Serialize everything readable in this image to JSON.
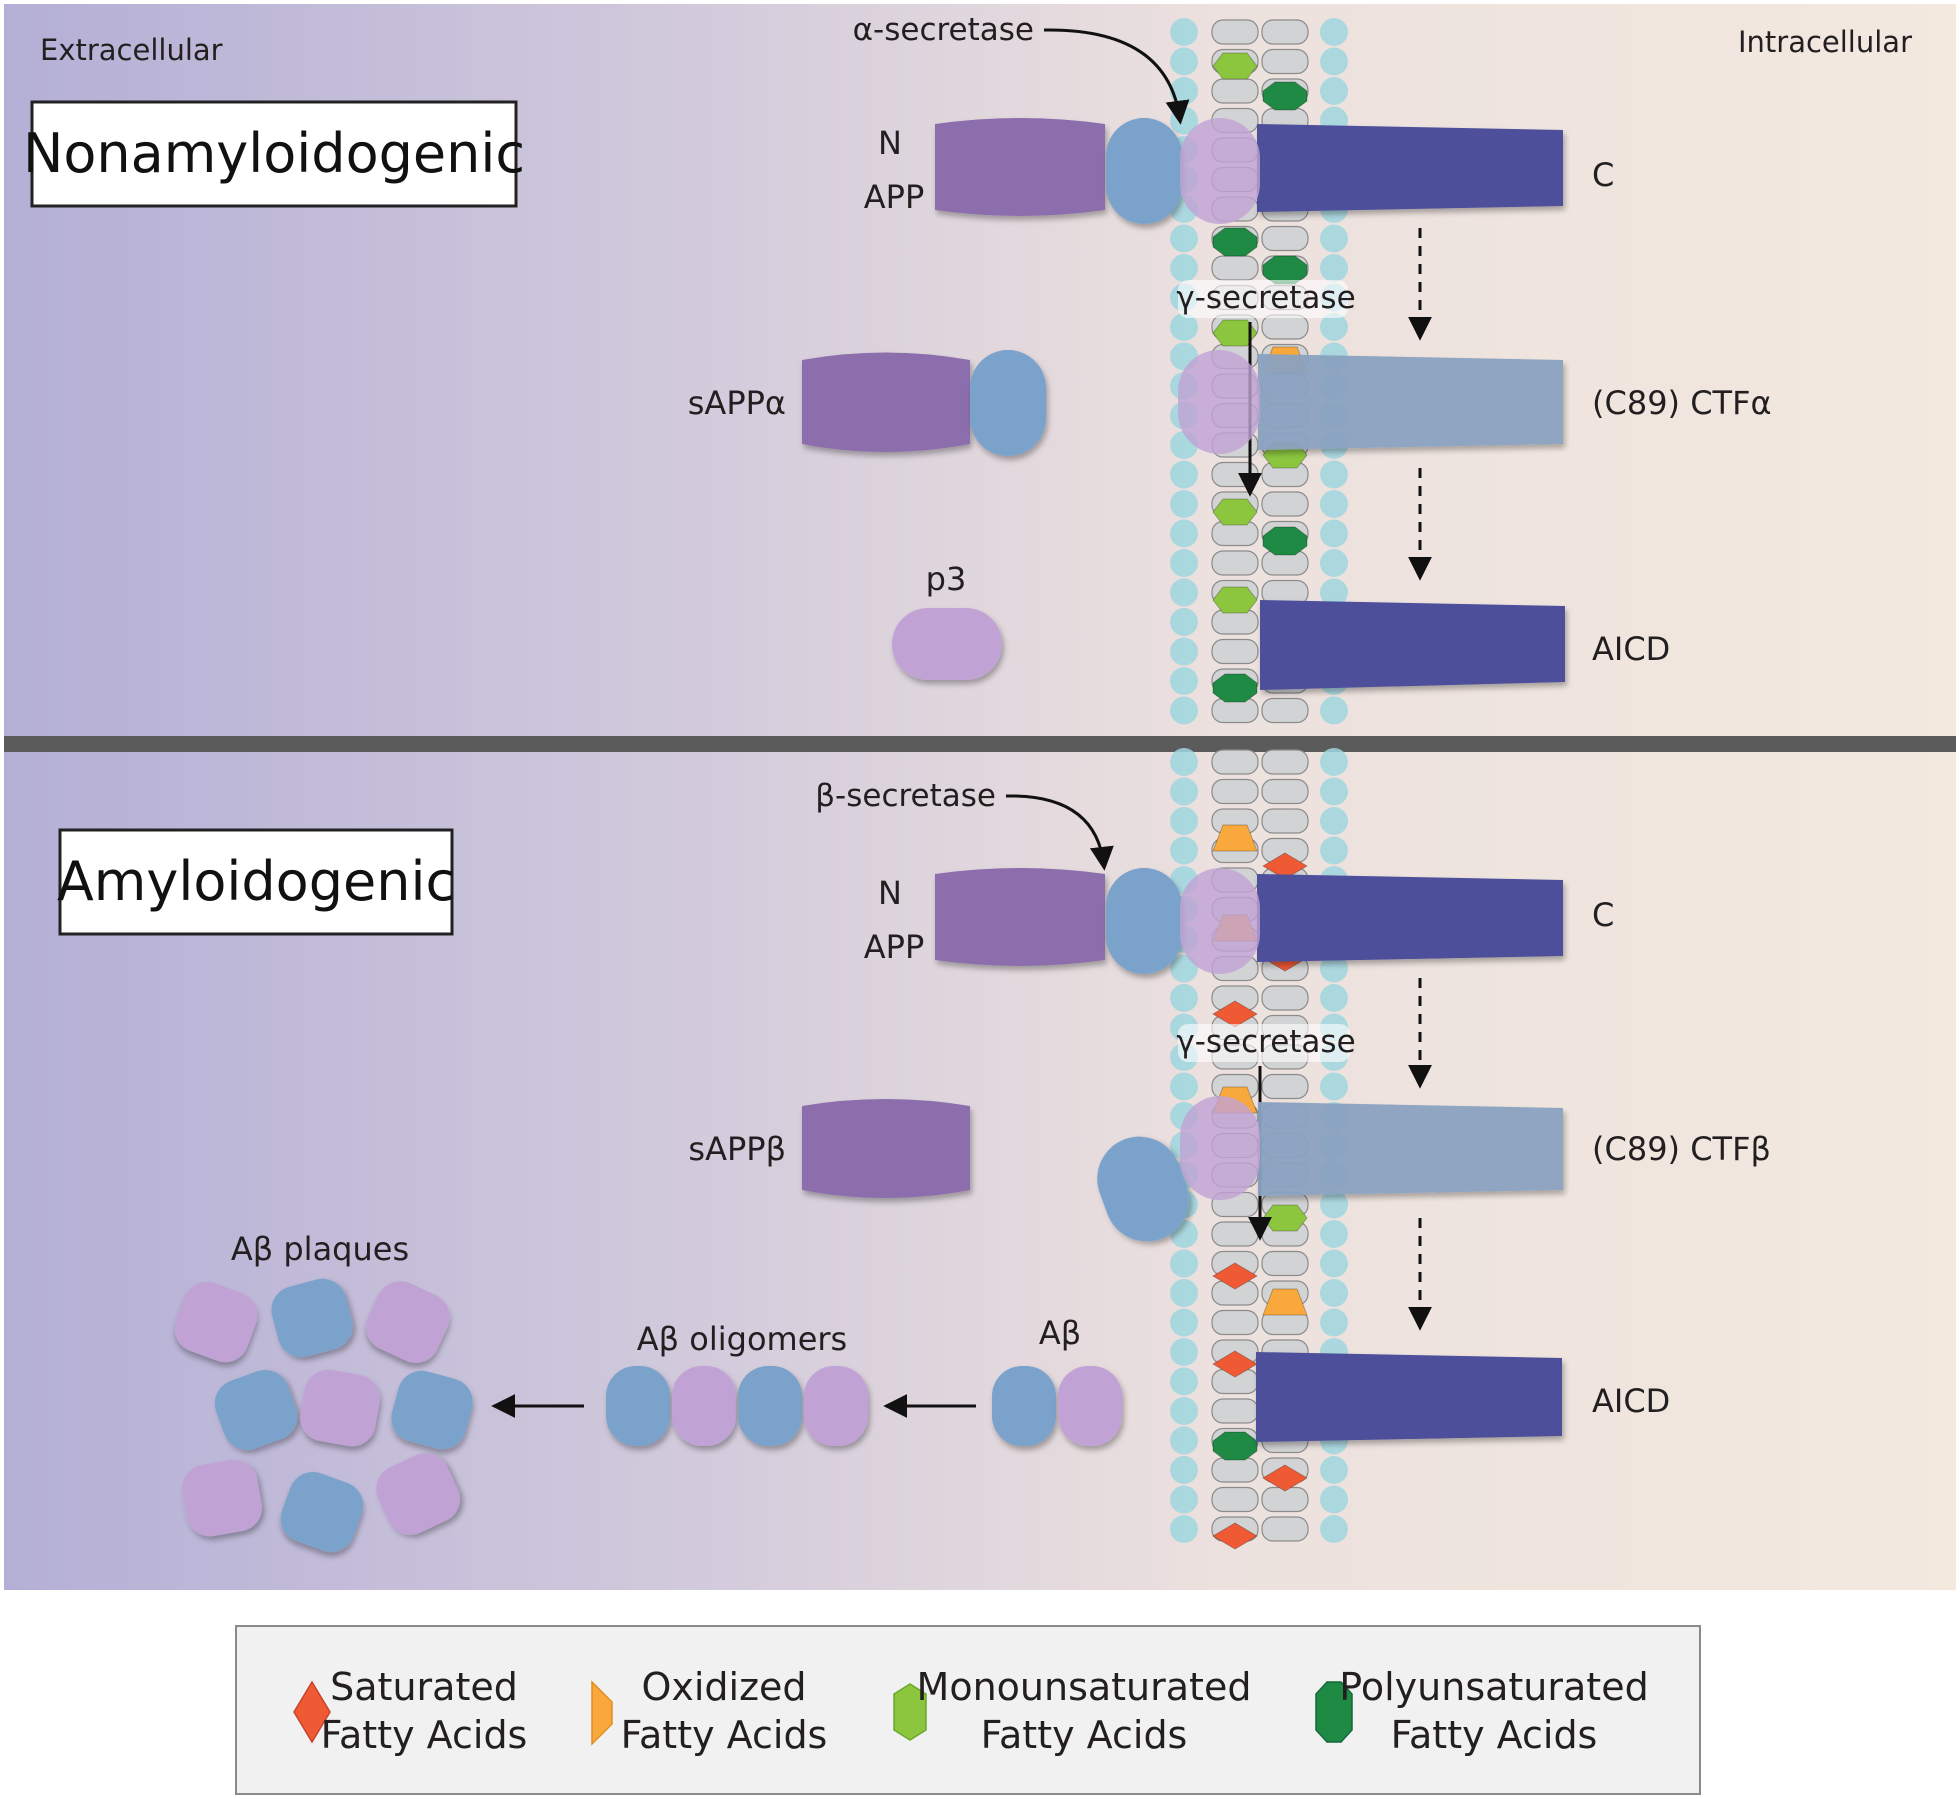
{
  "regions": {
    "extracellular": "Extracellular",
    "intracellular": "Intracellular"
  },
  "panels": {
    "nonamyloidogenic": {
      "title": "Nonamyloidogenic",
      "enzyme_alpha": "α-secretase",
      "enzyme_gamma": "γ-secretase",
      "n_label": "N",
      "app_label": "APP",
      "c_label": "C",
      "sapp_label": "sAPPα",
      "ctf_label": "(C89) CTFα",
      "p3_label": "p3",
      "aicd_label": "AICD"
    },
    "amyloidogenic": {
      "title": "Amyloidogenic",
      "enzyme_beta": "β-secretase",
      "enzyme_gamma": "γ-secretase",
      "n_label": "N",
      "app_label": "APP",
      "c_label": "C",
      "sapp_label": "sAPPβ",
      "ctf_label": "(C89) CTFβ",
      "abeta_label": "Aβ",
      "oligomers_label": "Aβ oligomers",
      "plaques_label": "Aβ plaques",
      "aicd_label": "AICD"
    }
  },
  "legend": [
    {
      "line1": "Saturated",
      "line2": "Fatty Acids",
      "color": "#ef5a35",
      "shape": "diamond"
    },
    {
      "line1": "Oxidized",
      "line2": "Fatty Acids",
      "color": "#f9a93b",
      "shape": "trapezoid"
    },
    {
      "line1": "Monounsaturated",
      "line2": "Fatty Acids",
      "color": "#8cc63f",
      "shape": "hexagon"
    },
    {
      "line1": "Polyunsaturated",
      "line2": "Fatty Acids",
      "color": "#1e8a44",
      "shape": "octagon"
    }
  ],
  "colors": {
    "app_purple": "#8c6ead",
    "domain_blue": "#7aa2cb",
    "transmembrane_lilac": "#c0a3d4",
    "intracellular_navy": "#4d4f9b",
    "ctf_blue": "#8aa2c1",
    "head_group_cyan": "#9fd6df",
    "lipid_tail_gray": "#d2d3d5"
  }
}
